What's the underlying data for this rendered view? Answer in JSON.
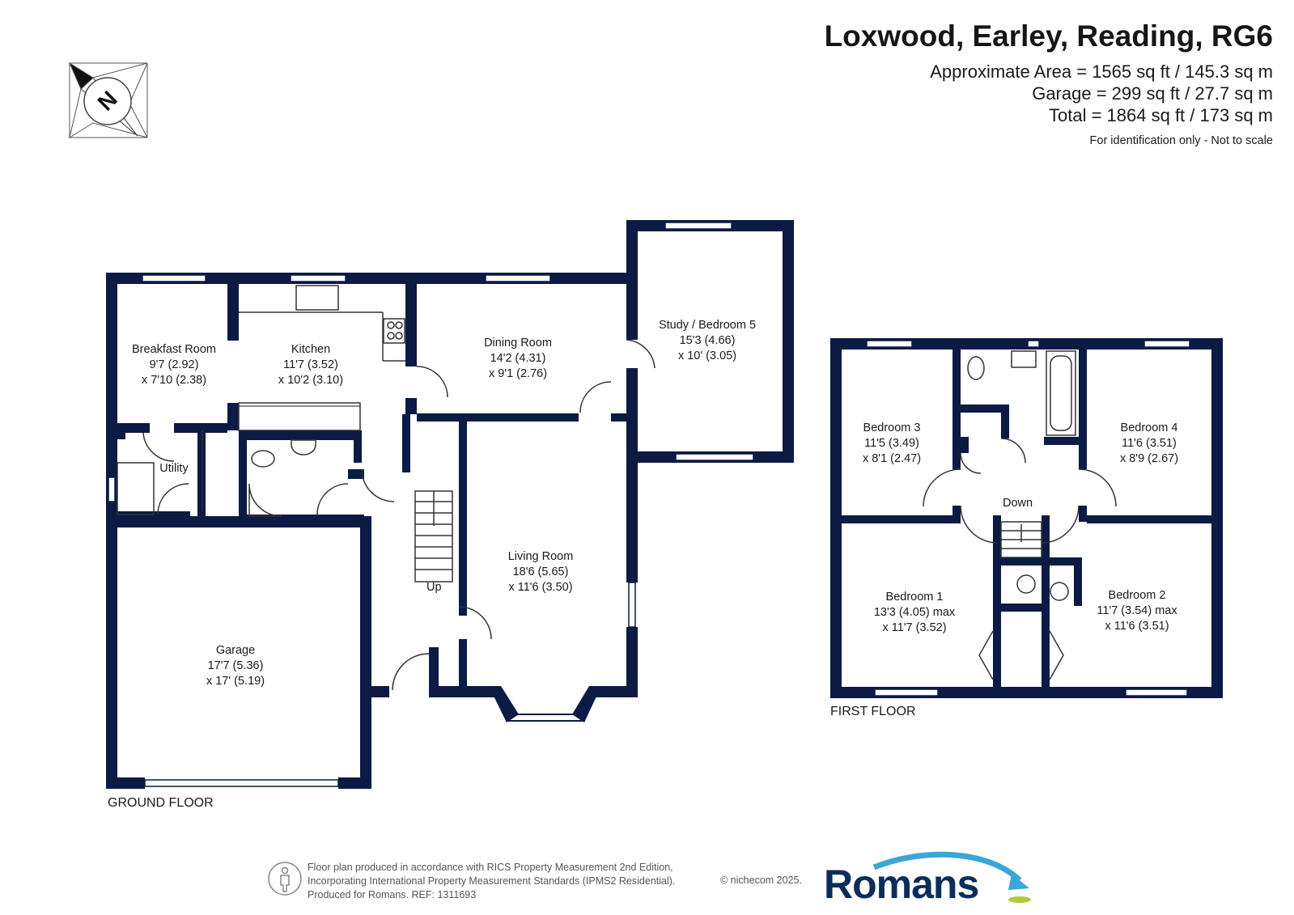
{
  "header": {
    "title": "Loxwood, Earley, Reading, RG6",
    "area_lines": [
      "Approximate Area = 1565 sq ft / 145.3 sq m",
      "Garage = 299 sq ft / 27.7 sq m",
      "Total = 1864 sq ft / 173 sq m"
    ],
    "note": "For identification only - Not to scale"
  },
  "compass": {
    "letter": "N",
    "icon": "compass-icon"
  },
  "ground_floor": {
    "label": "GROUND FLOOR",
    "stairs_label": "Up",
    "rooms": [
      {
        "id": "breakfast",
        "lines": [
          "Breakfast Room",
          "9'7 (2.92)",
          "x 7'10 (2.38)"
        ]
      },
      {
        "id": "kitchen",
        "lines": [
          "Kitchen",
          "11'7 (3.52)",
          "x 10'2 (3.10)"
        ]
      },
      {
        "id": "dining",
        "lines": [
          "Dining Room",
          "14'2 (4.31)",
          "x 9'1 (2.76)"
        ]
      },
      {
        "id": "study",
        "lines": [
          "Study / Bedroom 5",
          "15'3 (4.66)",
          "x 10' (3.05)"
        ]
      },
      {
        "id": "utility",
        "lines": [
          "Utility"
        ]
      },
      {
        "id": "living",
        "lines": [
          "Living Room",
          "18'6 (5.65)",
          "x 11'6 (3.50)"
        ]
      },
      {
        "id": "garage",
        "lines": [
          "Garage",
          "17'7 (5.36)",
          "x 17' (5.19)"
        ]
      }
    ]
  },
  "first_floor": {
    "label": "FIRST FLOOR",
    "stairs_label": "Down",
    "rooms": [
      {
        "id": "bed3",
        "lines": [
          "Bedroom 3",
          "11'5 (3.49)",
          "x 8'1 (2.47)"
        ]
      },
      {
        "id": "bed4",
        "lines": [
          "Bedroom 4",
          "11'6 (3.51)",
          "x 8'9 (2.67)"
        ]
      },
      {
        "id": "bed1",
        "lines": [
          "Bedroom 1",
          "13'3 (4.05) max",
          "x 11'7 (3.52)"
        ]
      },
      {
        "id": "bed2",
        "lines": [
          "Bedroom 2",
          "11'7 (3.54) max",
          "x 11'6 (3.51)"
        ]
      }
    ]
  },
  "footer": {
    "lines": [
      "Floor plan produced in accordance with RICS Property Measurement 2nd Edition,",
      "Incorporating International Property Measurement Standards (IPMS2 Residential).",
      "Produced for Romans.    REF: 1311693"
    ],
    "copyright": "© nichecom 2025.",
    "brand": "Romans"
  },
  "colors": {
    "wall": "#0b1b44",
    "brand": "#0b2d5c",
    "brand_accent": "#3aa6d9",
    "brand_dot": "#b5c93a"
  }
}
